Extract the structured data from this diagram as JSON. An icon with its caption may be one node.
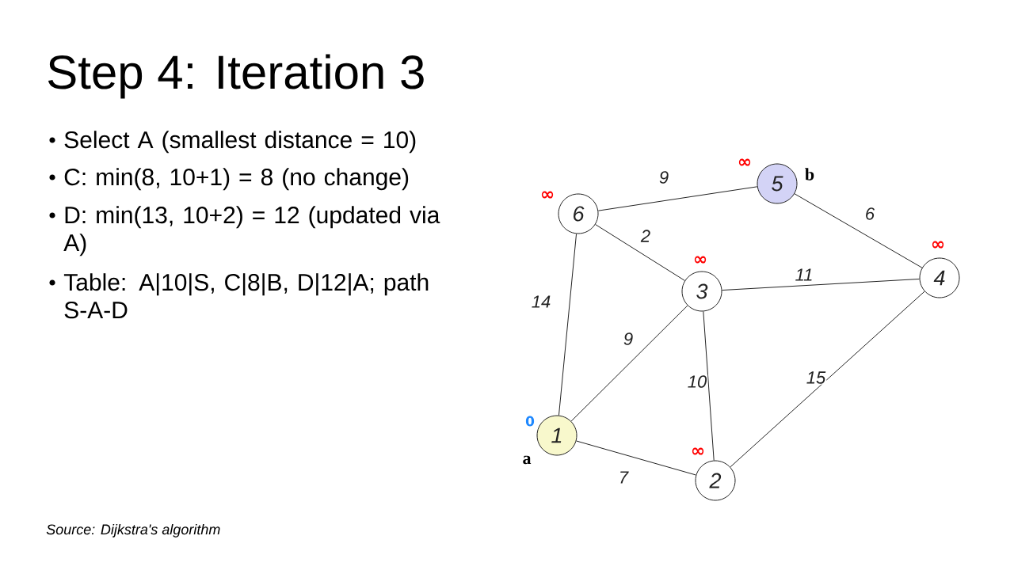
{
  "diagram": {
    "title": "Step 4: Iteration 3",
    "caption": "Source: Dijkstra's algorithm",
    "nodes": [
      {
        "text": [
          "1"
        ],
        "beside": [
          "0",
          "a"
        ]
      },
      {
        "text": [
          "2"
        ],
        "beside": [
          "∞"
        ]
      },
      {
        "text": [
          "3"
        ],
        "beside": [
          "∞"
        ]
      },
      {
        "text": [
          "4"
        ],
        "beside": [
          "∞"
        ]
      },
      {
        "text": [
          "5"
        ],
        "beside": [
          "∞",
          "b"
        ]
      },
      {
        "text": [
          "6"
        ],
        "beside": [
          "∞"
        ]
      }
    ],
    "edges": [
      {
        "from": 0,
        "to": 1,
        "arrow": "none",
        "label": "7"
      },
      {
        "from": 0,
        "to": 2,
        "arrow": "none",
        "label": "9"
      },
      {
        "from": 0,
        "to": 5,
        "arrow": "none",
        "label": "14"
      },
      {
        "from": 1,
        "to": 2,
        "arrow": "none",
        "label": "10"
      },
      {
        "from": 1,
        "to": 3,
        "arrow": "none",
        "label": "15"
      },
      {
        "from": 2,
        "to": 3,
        "arrow": "none",
        "label": "11"
      },
      {
        "from": 2,
        "to": 5,
        "arrow": "none",
        "label": "2"
      },
      {
        "from": 3,
        "to": 4,
        "arrow": "none",
        "label": "6"
      },
      {
        "from": 4,
        "to": 5,
        "arrow": "none",
        "label": "9"
      }
    ],
    "labels": [
      "Select A (smallest distance = 10)",
      "C: min(8, 10+1) = 8 (no change)",
      "D: min(13, 10+2) = 12 (updated via A)",
      "Table: A|10|S, C|8|B, D|12|A; path S-A-D"
    ]
  }
}
